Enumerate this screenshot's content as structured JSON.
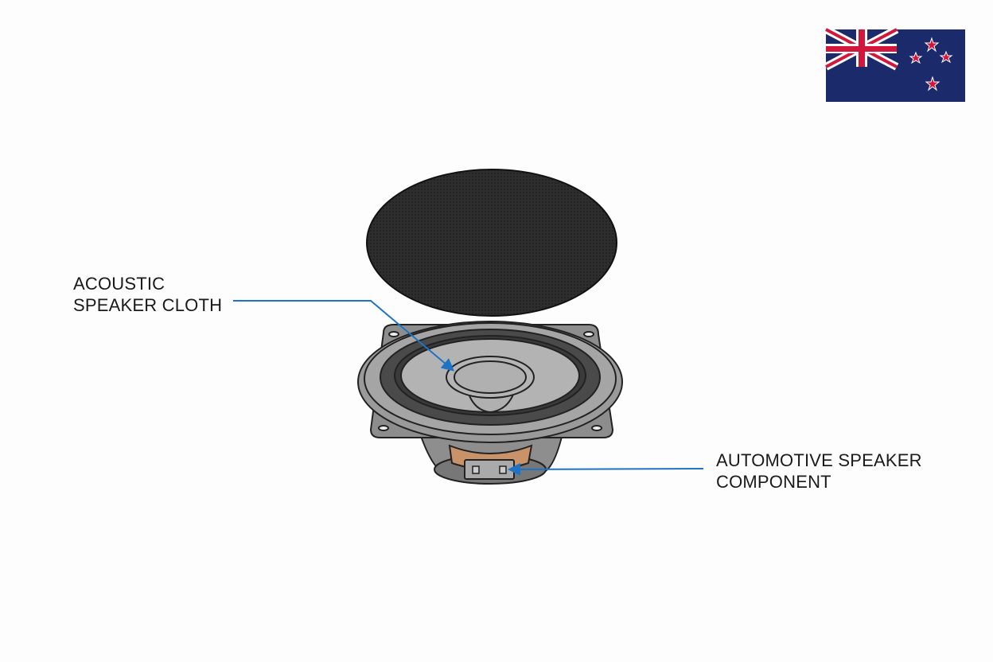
{
  "labels": {
    "cloth": {
      "line1": "ACOUSTIC",
      "line2": "SPEAKER CLOTH"
    },
    "component": {
      "line1": "AUTOMOTIVE SPEAKER",
      "line2": "COMPONENT"
    }
  },
  "colors": {
    "leader": "#1f73c4",
    "flag_blue": "#1b2a6b",
    "flag_red": "#d2163c",
    "cloth": "#2b2b2b",
    "cone": "#b3b3b3",
    "surround": "#4a4a4a",
    "magnet": "#c9936a"
  },
  "icons": {
    "flag": "new-zealand-flag-icon"
  }
}
